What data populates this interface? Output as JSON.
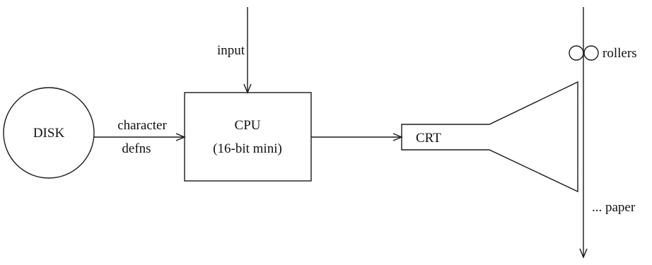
{
  "diagram": {
    "disk": {
      "label": "DISK"
    },
    "disk_to_cpu": {
      "label_line1": "character",
      "label_line2": "defns"
    },
    "input": {
      "label": "input"
    },
    "cpu": {
      "label_line1": "CPU",
      "label_line2": "(16-bit mini)"
    },
    "crt": {
      "label": "CRT"
    },
    "rollers": {
      "label": "rollers"
    },
    "paper": {
      "label": "... paper"
    }
  }
}
